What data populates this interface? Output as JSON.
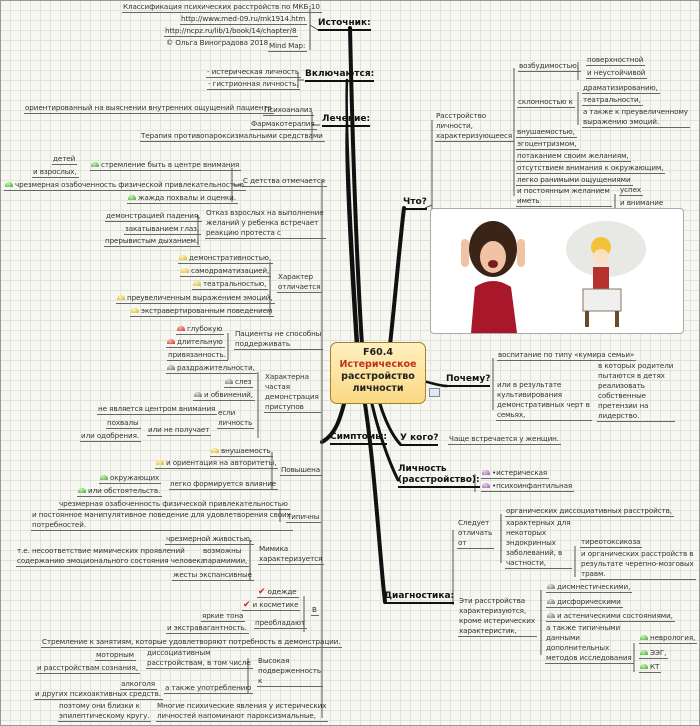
{
  "center": {
    "code": "F60.4",
    "title_red": "Истерическое",
    "title_l2": "расстройство",
    "title_l3": "личности"
  },
  "source": {
    "label": "Источник:",
    "items": [
      "Классификация психических расстройств по МКБ-10",
      "http://www.med-09.ru/mk1914.htm",
      "http://ncpz.ru/lib/1/book/14/chapter/8",
      "© Ольга Виноградова 2018",
      "Mind Map:"
    ]
  },
  "includes": {
    "label": "Включаются:",
    "items": [
      "- истерическая личность",
      "- гистрионная личность."
    ]
  },
  "treatment": {
    "label": "Лечение:",
    "items": [
      "Психоанализ",
      "ориентированный на выяснении внутренних ощущений пациента",
      "Фармакотерапия",
      "Терапия противопароксизмальными средствами"
    ]
  },
  "symptoms": {
    "label": "Симптомы:",
    "childhood": {
      "label": "С детства отмечается",
      "items": [
        "стремление быть в центре внимания",
        "детей",
        "и взрослых,",
        "чрезмерная озабоченность физической привлекательностью",
        "жажда похвалы и оценки."
      ]
    },
    "refusal": {
      "label": "Отказ взрослых на выполнение\nжеланий у ребенка встречает\nреакцию протеста с",
      "items": [
        "демонстрацией падения,",
        "закатыванием глаз,",
        "прерывистым дыханием."
      ]
    },
    "character": {
      "label": "Характер\nотличается",
      "items": [
        "демонстративностью,",
        "самодраматизацией,",
        "театральностью,",
        "преувеличенным выражением эмоций,",
        "экстравертированным поведением"
      ]
    },
    "attachment": {
      "label": "Пациенты не способны\nподдерживать",
      "items": [
        "глубокую",
        "длительную",
        "привязанность."
      ]
    },
    "attacks": {
      "label": "Характерна\nчастая\nдемонстрация\nприступов",
      "items": [
        "раздражительности,",
        "слез",
        "и обвинений,",
        "если\nличность",
        "не является центром внимания",
        "или не получает",
        "похвалы",
        "или одобрения."
      ]
    },
    "raised": {
      "label": "Повышена",
      "items": [
        "внушаемость",
        "и ориентация на авторитеты,",
        "легко формируется влияние",
        "окружающих",
        "или обстоятельств."
      ]
    },
    "typical": {
      "label": "Типичны",
      "items": [
        "чрезмерная озабоченность физической привлекательностью",
        "и постоянное манипулятивное поведение для удовлетворения своих\nпотребностей."
      ]
    },
    "mimic": {
      "label": "Мимика\nхарактеризуется",
      "items": [
        "чрезмерной живостью,",
        "возможны\nпарамимии,",
        "т.е. несоответствие мимических проявлений\nсодержанию эмоционального состояния человека",
        "жесты экспансивные"
      ]
    },
    "in": {
      "label": "В",
      "items": [
        "одежде",
        "и косметике",
        "преобладают",
        "яркие тона",
        "и экстравагантность."
      ]
    },
    "occupation": "Стремление к занятиям, которые удовлетворяют потребность в демонстрации.",
    "susceptibility": {
      "label": "Высокая\nподверженность\nк",
      "items": [
        "диссоциативным\nрасстройствам, в том числе",
        "моторным",
        "и расстройствам сознания,",
        "а также употреблению",
        "алкоголя",
        "и других психоактивных средств."
      ]
    },
    "paroxysmal": {
      "label": "Многие психические явления у истерических\nличностей напоминают пароксизмальные,",
      "note": "поэтому они близки к\nэпилептическому кругу."
    }
  },
  "what": {
    "label": "Что?",
    "desc": "Расстройство\nличности,\nхарактеризующееся",
    "excitability": "возбудимостью,",
    "excitability_items": [
      "поверхностной",
      "и неустойчивой"
    ],
    "tendency": "склонностью к",
    "tendency_items": [
      "драматизированию,",
      "театральности,",
      "а также к преувеличенному\nвыражению эмоций."
    ],
    "items": [
      "внушаемостью,",
      "эгоцентризмом,",
      "потаканием своим желаниям,",
      "отсутствием внимания к окружающим,",
      "легко ранимыми ощущениями",
      "и постоянным желанием\nиметь"
    ],
    "desire_items": [
      "успех",
      "и внимание"
    ]
  },
  "why": {
    "label": "Почему?",
    "items": [
      "воспитание по типу «кумира семьи»",
      "или в результате\nкультивирования\nдемонстративных черт в\nсемьях,",
      "в которых родители\nпытаются в детях\nреализовать\nсобственные\nпретензии на\nлидерство."
    ]
  },
  "who": {
    "label": "У кого?",
    "text": "Чаще встречается у женщин."
  },
  "personality": {
    "label": "Личность\n(расстройство):",
    "items": [
      "•истерическая",
      "•психоинфантильная"
    ]
  },
  "diagnostics": {
    "label": "Диагностика:",
    "differ": {
      "label": "Следует\nотличать\nот",
      "items": [
        "органических диссоциативных расстройств,",
        "характерных для\nнекоторых\nэндокринных\nзаболеваний, в\nчастности,",
        "тиреотоксикоза",
        "и органических расстройств в\nрезультате черепно-мозговых\nтравм."
      ]
    },
    "these": {
      "label": "Эти расстройства\nхарактеризуются,\nкроме истерических\nхарактеристик,",
      "items": [
        "дисмнестическими,",
        "дисфорическими",
        "и астеническими состояниями,",
        "а также типичными\nданными\nдополнительных\nметодов исследования"
      ],
      "methods": [
        "неврология,",
        "ЭЭГ,",
        "КТ"
      ]
    }
  },
  "colors": {
    "center_fill": "#fbd984",
    "title_red": "#c0311d",
    "trunk": "#111111"
  }
}
